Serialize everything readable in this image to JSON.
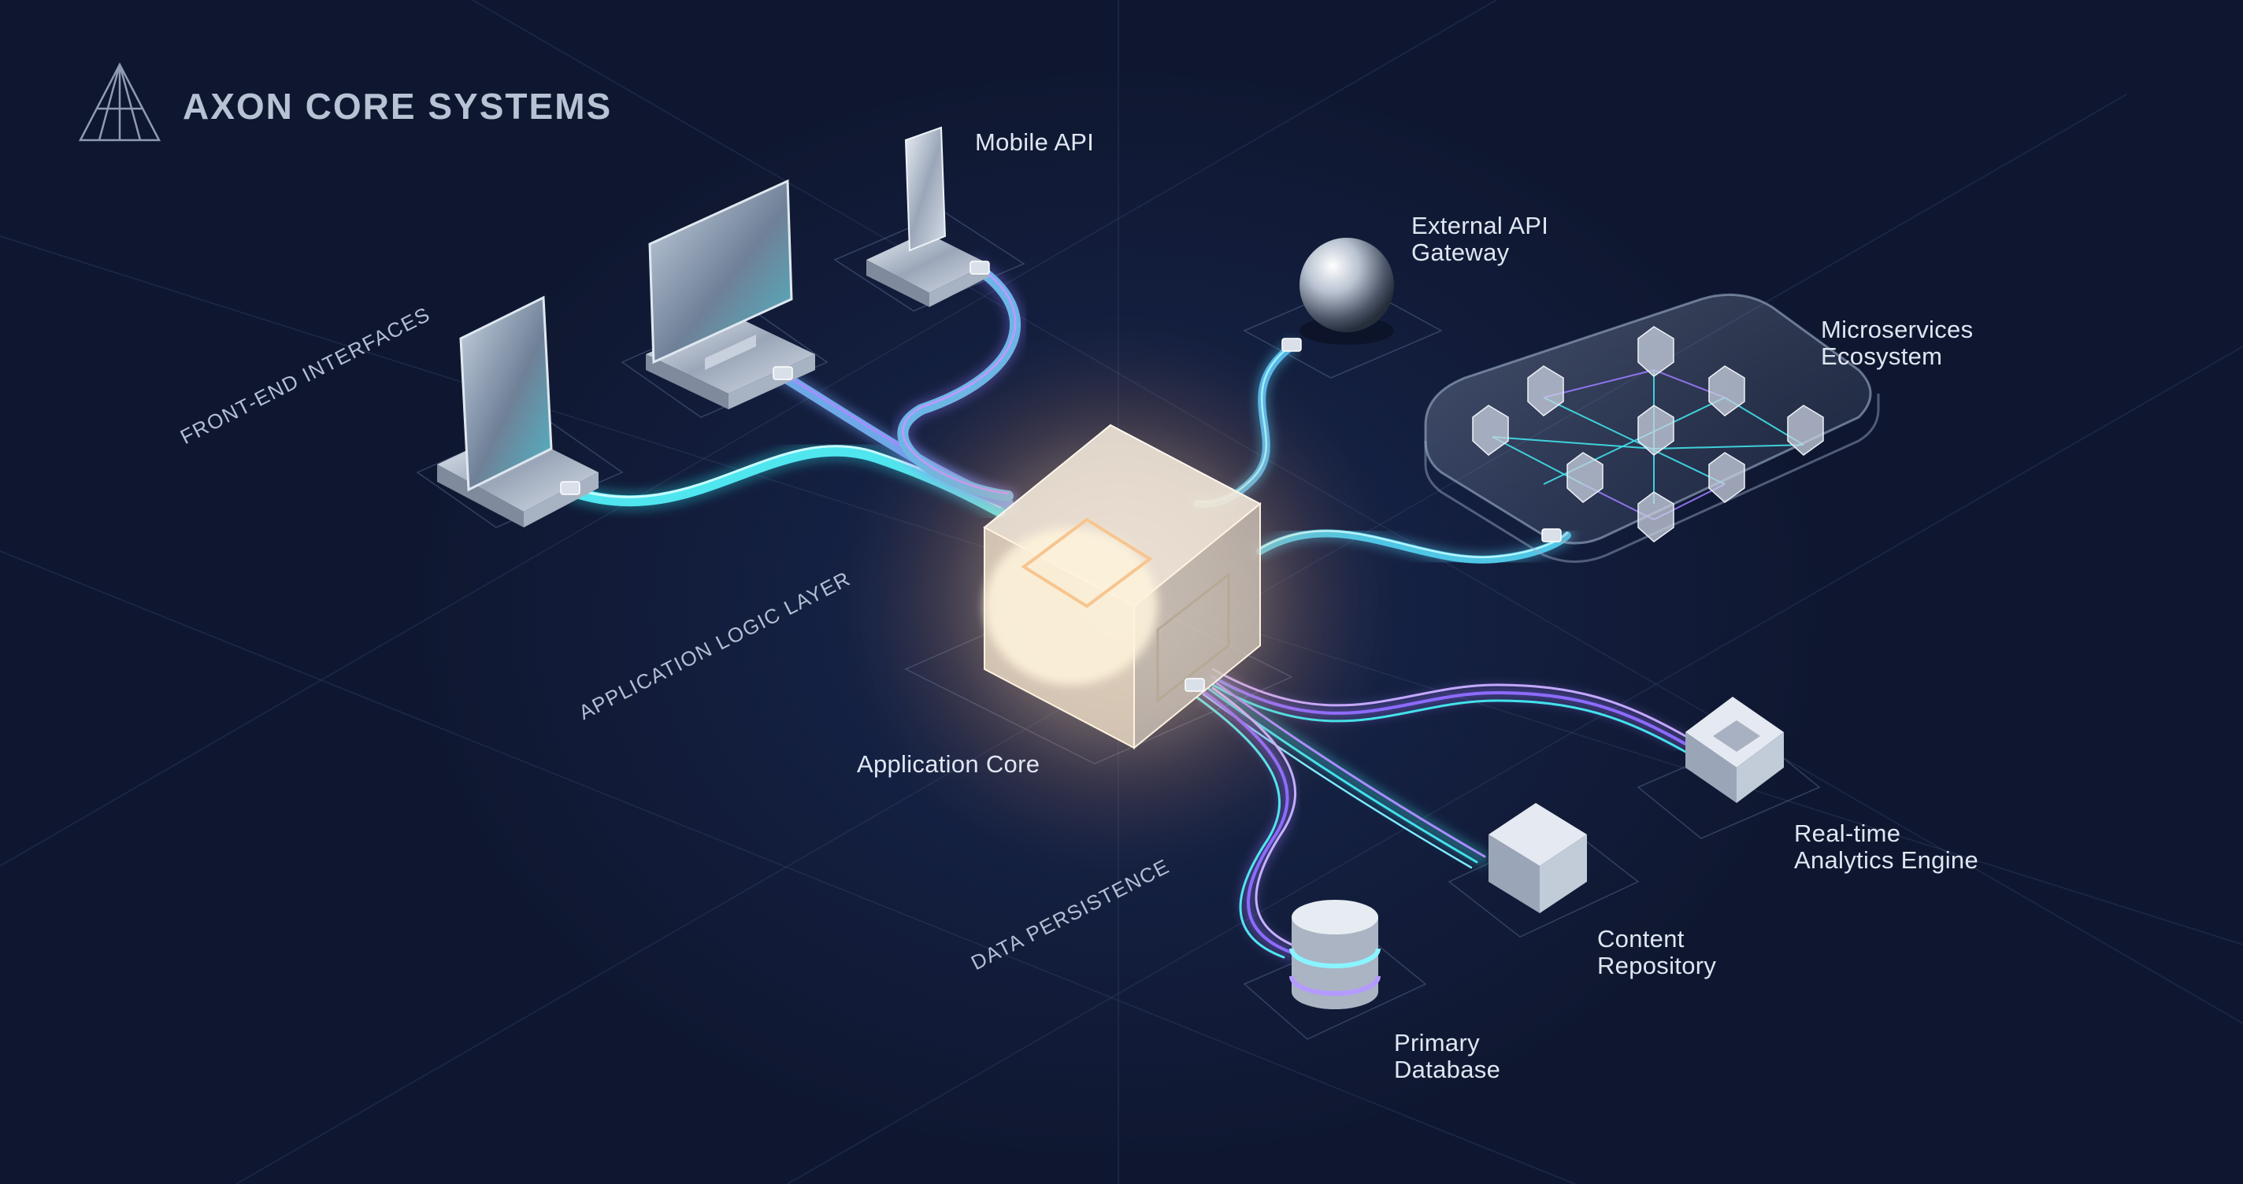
{
  "brand": {
    "name": "AXON CORE SYSTEMS",
    "logo_icon": "axon-logo-icon"
  },
  "layers": {
    "front_end": "FRONT-END INTERFACES",
    "app_logic": "APPLICATION LOGIC LAYER",
    "data": "DATA PERSISTENCE"
  },
  "nodes": {
    "mobile_api": "Mobile API",
    "external_api_line1": "External API",
    "external_api_line2": "Gateway",
    "microservices_line1": "Microservices",
    "microservices_line2": "Ecosystem",
    "app_core": "Application Core",
    "analytics_line1": "Real-time",
    "analytics_line2": "Analytics Engine",
    "content_line1": "Content",
    "content_line2": "Repository",
    "database_line1": "Primary",
    "database_line2": "Database"
  },
  "colors": {
    "background": "#111a33",
    "cable_cyan": "#41e0e8",
    "cable_violet": "#9a7bff",
    "core_glow": "#ffe3b8"
  }
}
